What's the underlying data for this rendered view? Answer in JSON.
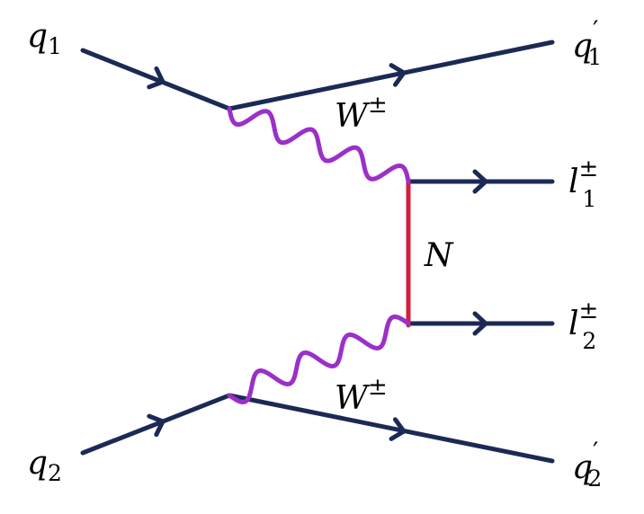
{
  "colors": {
    "fermion": "#1b2a55",
    "boson": "#9b30c8",
    "neutrino": "#d0213f",
    "text": "#000000"
  },
  "labels": {
    "q1": {
      "base": "q",
      "sub": "1"
    },
    "q1p": {
      "base": "q",
      "prime": "′",
      "sub": "1"
    },
    "q2": {
      "base": "q",
      "sub": "2"
    },
    "q2p": {
      "base": "q",
      "prime": "′",
      "sub": "2"
    },
    "l1": {
      "base": "l",
      "sup": "±",
      "sub": "1"
    },
    "l2": {
      "base": "l",
      "sup": "±",
      "sub": "2"
    },
    "w_top": {
      "base": "W",
      "sup": "±"
    },
    "w_bottom": {
      "base": "W",
      "sup": "±"
    },
    "n": {
      "base": "N"
    }
  }
}
